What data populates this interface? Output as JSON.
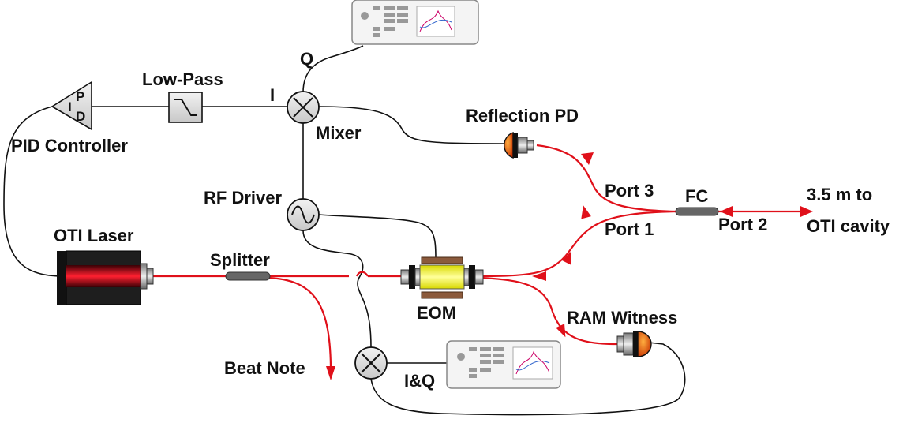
{
  "labels": {
    "q": "Q",
    "i": "I",
    "low_pass": "Low-Pass",
    "mixer": "Mixer",
    "reflection_pd": "Reflection PD",
    "pid_letters": {
      "p": "P",
      "i": "I",
      "d": "D"
    },
    "pid_controller": "PID Controller",
    "rf_driver": "RF Driver",
    "port3": "Port 3",
    "fc": "FC",
    "distance_line1": "3.5 m to",
    "distance_line2": "OTI cavity",
    "port1": "Port 1",
    "port2": "Port 2",
    "oti_laser": "OTI Laser",
    "splitter": "Splitter",
    "eom": "EOM",
    "ram_witness": "RAM Witness",
    "beat_note": "Beat Note",
    "iq": "I&Q"
  },
  "colors": {
    "fiber": "#e0101a",
    "wire": "#111111",
    "laser_beam": "#d01020",
    "eom_crystal": "#ffff66",
    "eom_electrode": "#8b5a3c",
    "photodiode": "#e87010"
  },
  "icons": [
    "oscilloscope-icon",
    "mixer-icon",
    "low-pass-filter-icon",
    "pid-amplifier-icon",
    "sine-oscillator-icon",
    "photodiode-icon",
    "laser-icon",
    "eom-icon",
    "fiber-coupler-icon",
    "splitter-icon"
  ]
}
